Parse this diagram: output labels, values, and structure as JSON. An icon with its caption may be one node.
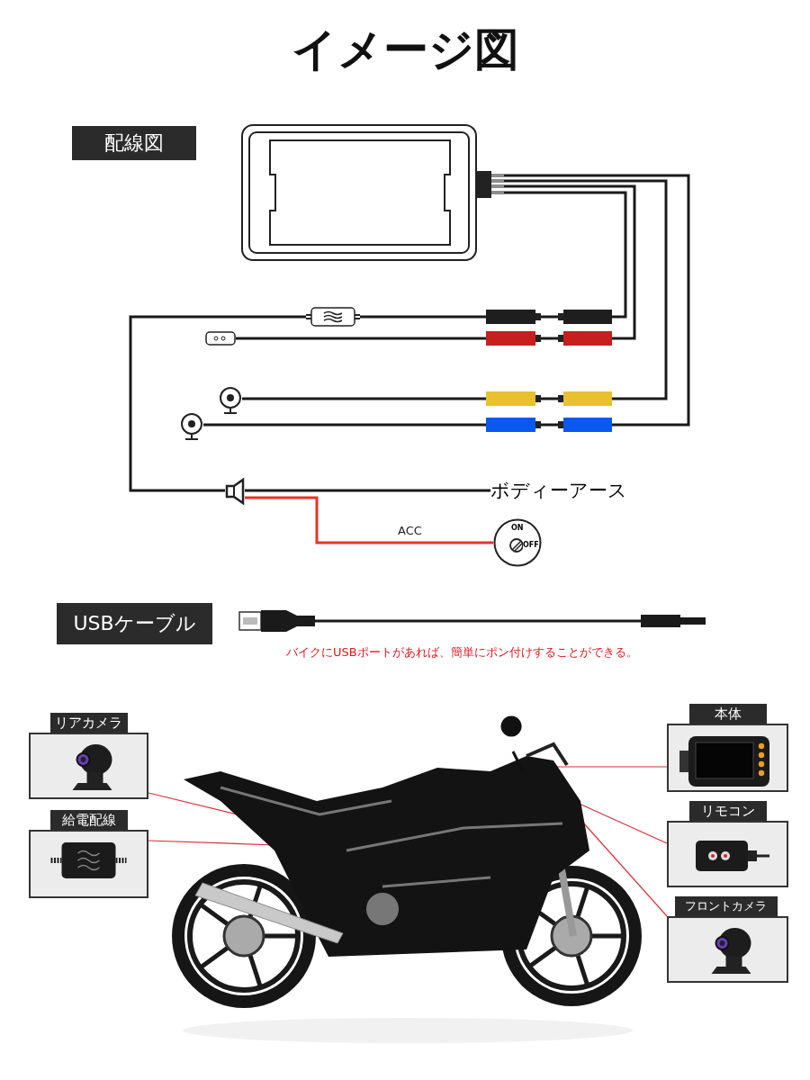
{
  "diagram": {
    "title": "イメージ図",
    "nodes": [
      {
        "text": [
          "配線図"
        ]
      },
      {
        "text": [],
        "shape": "box"
      },
      {
        "text": [],
        "shape": "box"
      },
      {
        "text": [],
        "shape": "box"
      },
      {
        "text": [],
        "shape": "picture"
      },
      {
        "text": [],
        "shape": "picture"
      },
      {
        "text": [],
        "shape": "box"
      },
      {
        "text": [
          "ボディーアース"
        ]
      },
      {
        "text": [
          "ON",
          "OFF"
        ]
      },
      {
        "text": [
          "USBケーブル"
        ]
      },
      {
        "text": [],
        "shape": "picture"
      },
      {
        "text": [
          "本体"
        ]
      },
      {
        "text": [
          "リアカメラ"
        ]
      },
      {
        "text": [
          "リモコン"
        ]
      },
      {
        "text": [
          "給電配線"
        ]
      },
      {
        "text": [
          "フロントカメラ"
        ]
      }
    ],
    "edges": [
      {
        "from": 1,
        "to": 2,
        "arrow": "none"
      },
      {
        "from": 1,
        "to": 3,
        "arrow": "none"
      },
      {
        "from": 1,
        "to": 4,
        "arrow": "none"
      },
      {
        "from": 1,
        "to": 5,
        "arrow": "none"
      },
      {
        "from": 2,
        "to": 6,
        "arrow": "none"
      },
      {
        "from": 6,
        "to": 7,
        "arrow": "none"
      },
      {
        "from": 6,
        "to": 8,
        "arrow": "none",
        "label": "ACC",
        "color": "#e8322a"
      },
      {
        "from": 12,
        "to": 10,
        "arrow": "none",
        "color": "#d9303a"
      },
      {
        "from": 14,
        "to": 10,
        "arrow": "none",
        "color": "#d9303a"
      },
      {
        "from": 11,
        "to": 10,
        "arrow": "none",
        "color": "#d9303a"
      },
      {
        "from": 13,
        "to": 10,
        "arrow": "none",
        "color": "#d9303a"
      },
      {
        "from": 15,
        "to": 10,
        "arrow": "none",
        "color": "#d9303a"
      }
    ],
    "labels": [
      "バイクにUSBポートがあれば、簡単にポン付けすることができる。"
    ]
  }
}
